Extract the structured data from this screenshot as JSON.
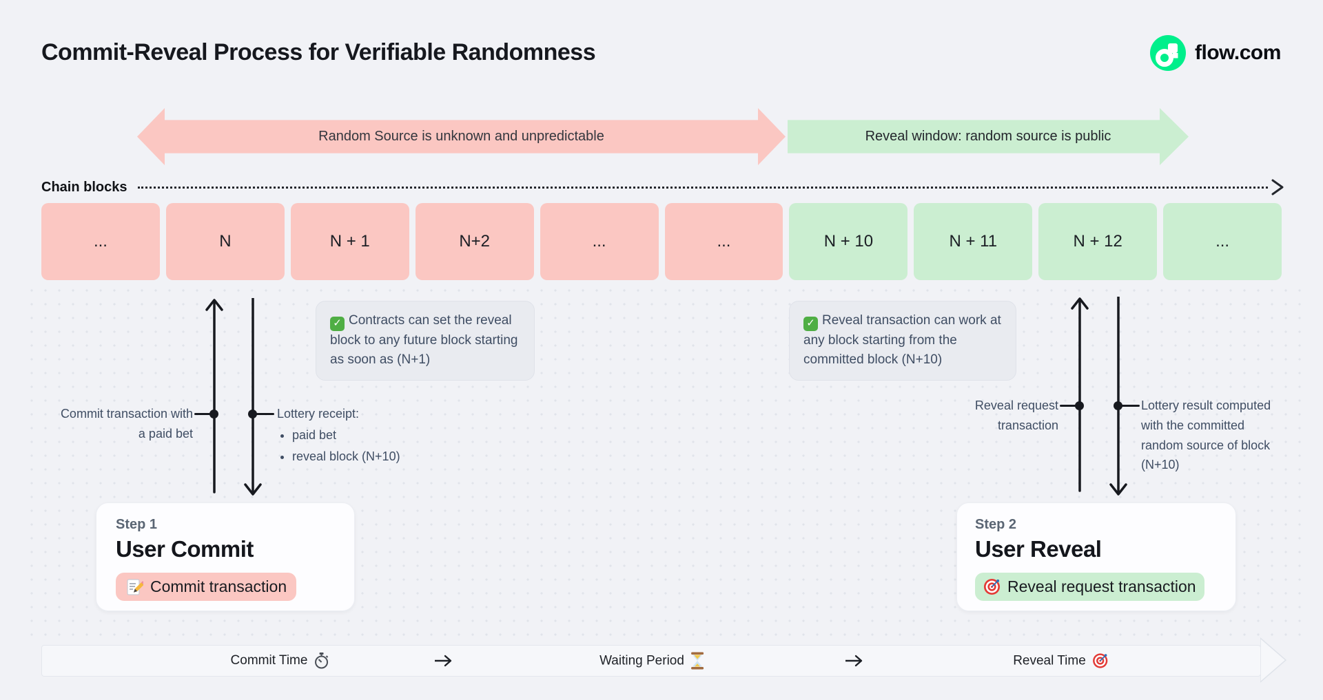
{
  "header": {
    "title": "Commit-Reveal Process for Verifiable Randomness",
    "brand": "flow.com"
  },
  "bands": {
    "unknown_label": "Random Source is unknown and unpredictable",
    "reveal_label": "Reveal window: random source is public"
  },
  "chain": {
    "label": "Chain blocks",
    "blocks": [
      "...",
      "N",
      "N + 1",
      "N+2",
      "...",
      "...",
      "N + 10",
      "N + 11",
      "N + 12",
      "..."
    ]
  },
  "annotations": {
    "commit_note": "Contracts can set the reveal block to any future block starting as soon as (N+1)",
    "reveal_note": "Reveal transaction can work at any block starting from the committed block (N+10)"
  },
  "callouts": {
    "commit_tx": "Commit transaction with a paid bet",
    "receipt_title": "Lottery receipt:",
    "receipt_bullets": [
      "paid bet",
      "reveal block (N+10)"
    ],
    "reveal_request": "Reveal request transaction",
    "lottery_result": "Lottery result computed with the committed random source of block (N+10)"
  },
  "steps": [
    {
      "kicker": "Step 1",
      "title": "User Commit",
      "action": "Commit transaction"
    },
    {
      "kicker": "Step 2",
      "title": "User Reveal",
      "action": "Reveal request transaction"
    }
  ],
  "timeline": {
    "commit": "Commit Time",
    "waiting": "Waiting Period",
    "reveal": "Reveal Time"
  },
  "icons": {
    "check": "✓"
  },
  "colors": {
    "flow_green": "#00ef8b",
    "pink": "#fbc7c2",
    "green": "#cbeed1",
    "background": "#f1f2f6"
  }
}
